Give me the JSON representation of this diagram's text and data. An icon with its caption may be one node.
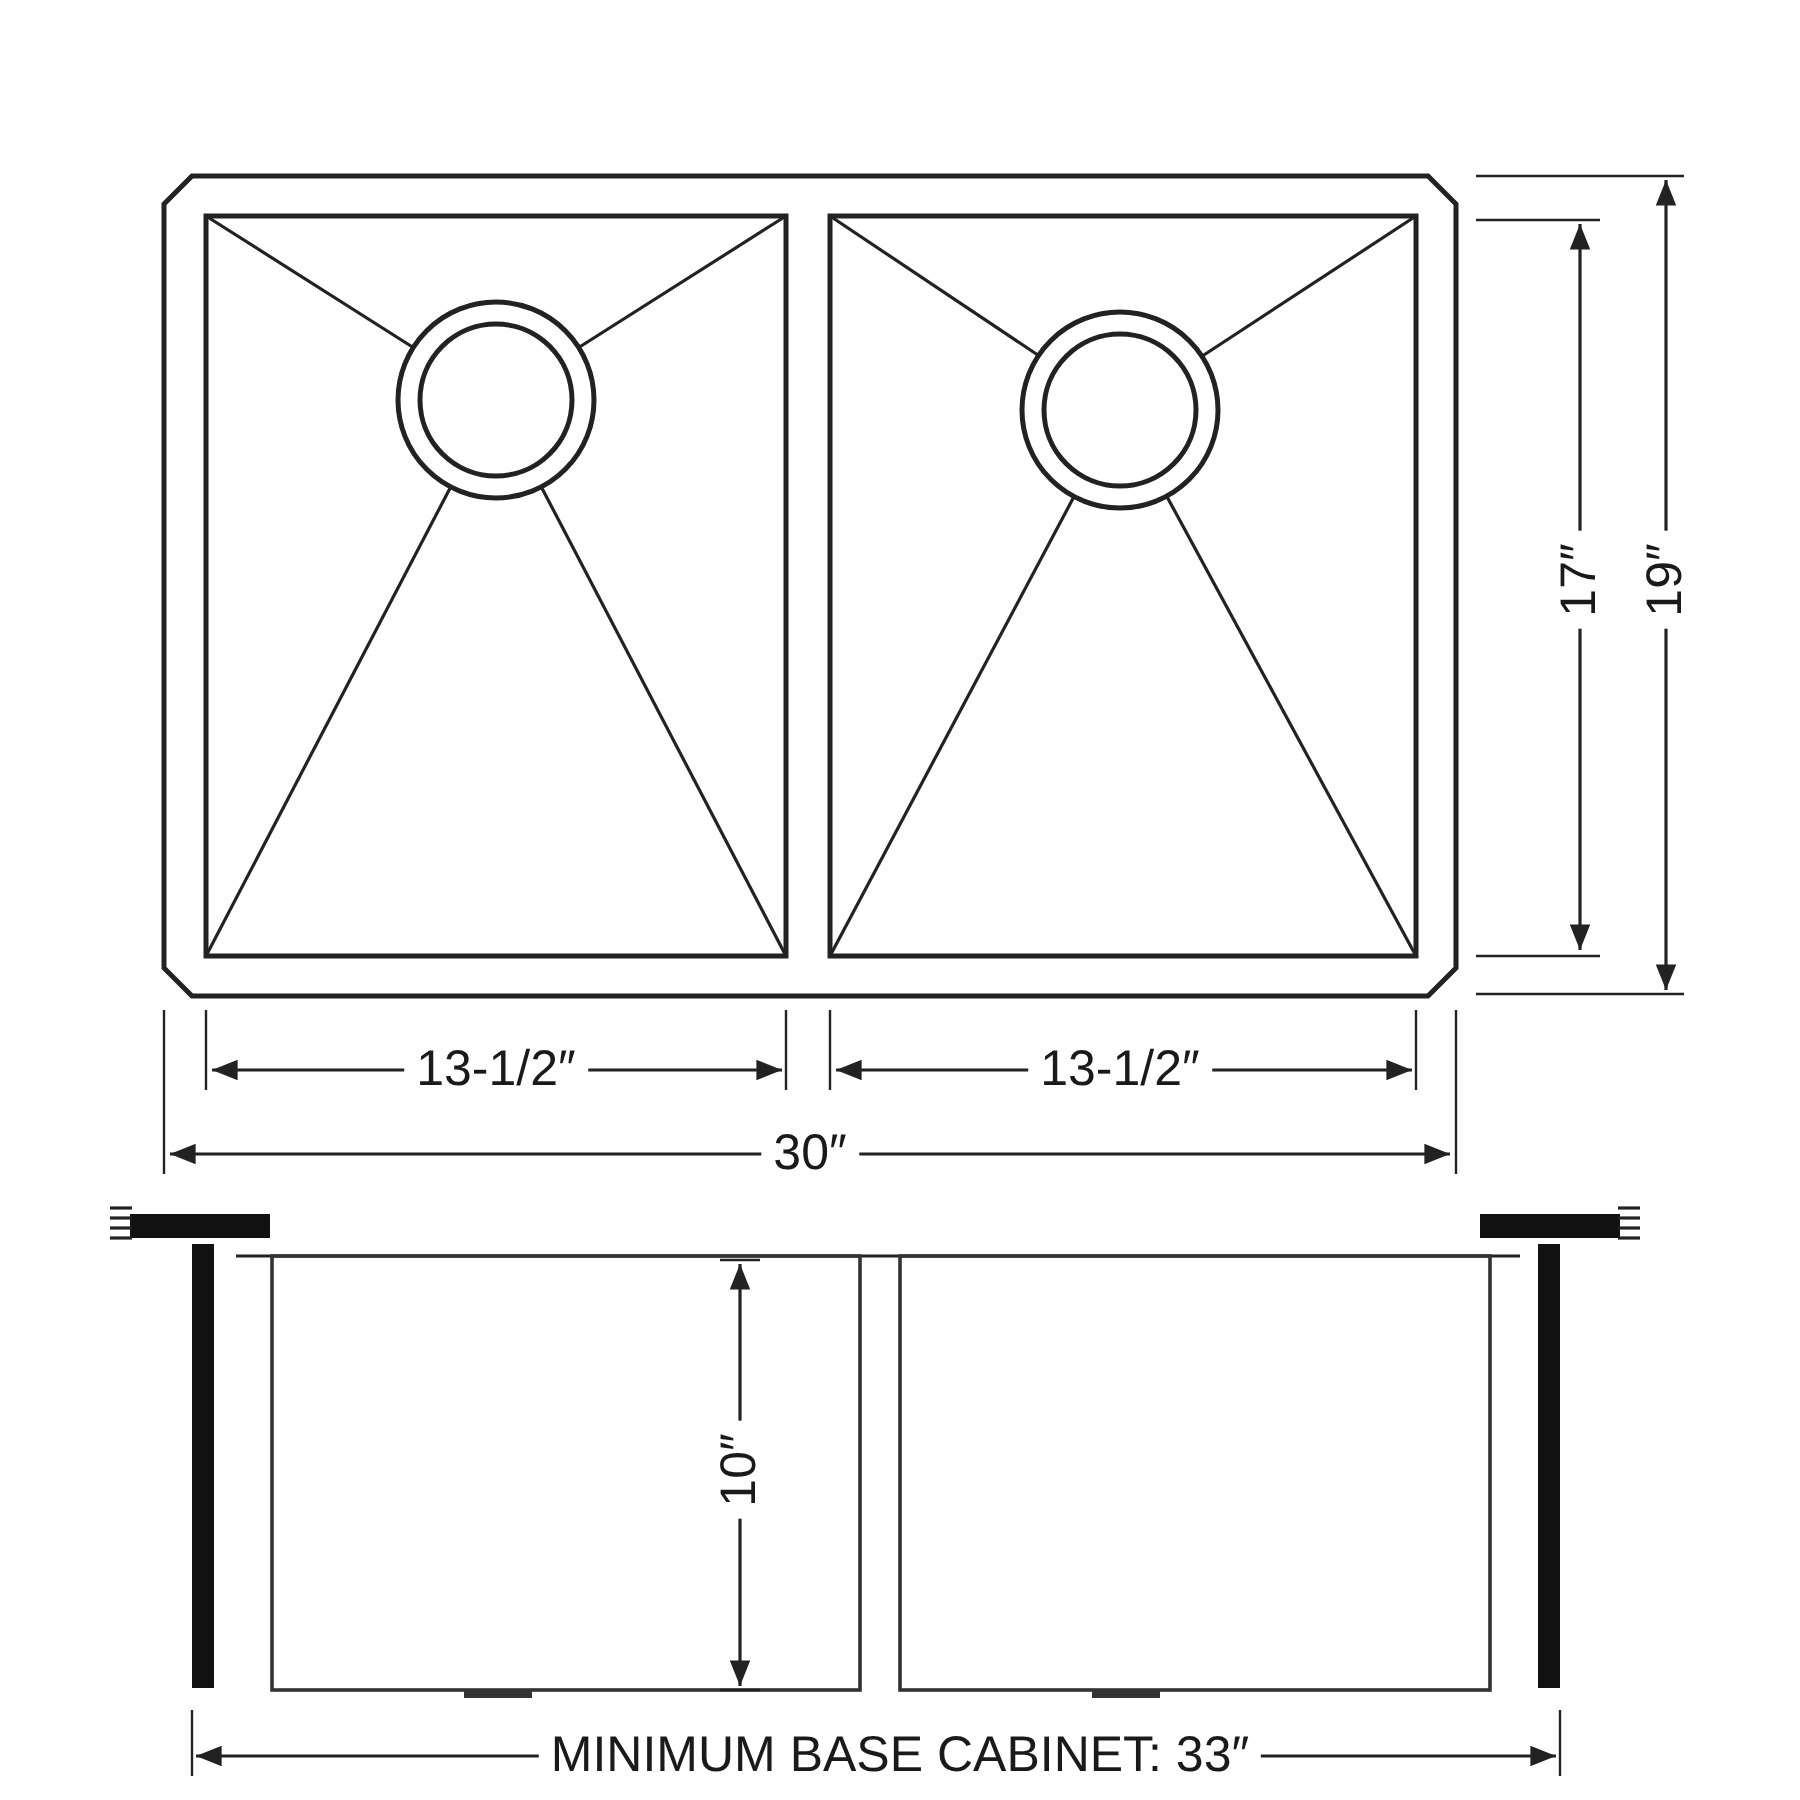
{
  "diagram": {
    "labels": [
      "17″",
      "19″",
      "13-1/2″",
      "13-1/2″",
      "30″",
      "10″",
      "MINIMUM BASE CABINET: 33″"
    ]
  }
}
